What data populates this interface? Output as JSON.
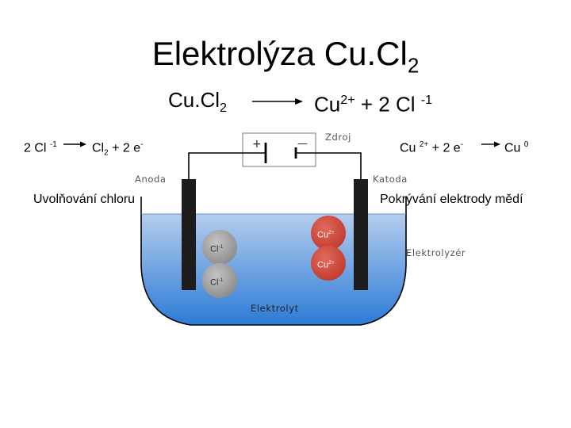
{
  "title": {
    "main": "Elektrolýza Cu.Cl",
    "sub": "2"
  },
  "equation": {
    "left_main": "Cu.Cl",
    "left_sub": "2",
    "right_base1": "Cu",
    "right_sup": "2+",
    "right_mid": " + 2 Cl ",
    "right_sup2": "-1"
  },
  "anode_reaction": {
    "lhs_base": "2 Cl ",
    "lhs_sup": "-1",
    "rhs_base": "Cl",
    "rhs_sub": "2",
    "rhs_tail": " + 2 e",
    "rhs_sup": "-"
  },
  "cathode_reaction": {
    "lhs_base": "Cu ",
    "lhs_sup": "2+",
    "lhs_tail": " + 2 e",
    "lhs_sup2": "-",
    "rhs_base": "Cu ",
    "rhs_sup": "0"
  },
  "labels": {
    "anoda": "Anoda",
    "katoda": "Katoda",
    "zdroj": "Zdroj",
    "plus": "+",
    "minus": "—",
    "elektrolyzer": "Elektrolyzér",
    "elektrolyt": "Elektrolyt",
    "anode_process": "Uvolňování chloru",
    "cathode_process": "Pokrývání elektrody mědí"
  },
  "ions": {
    "cl_base": "Cl",
    "cl_sup": "-1",
    "cu_base": "Cu",
    "cu_sup": "2+"
  },
  "colors": {
    "electrolyte_top": "#b4cdee",
    "electrolyte_bottom": "#2c7bd6",
    "electrode": "#1c1c1c",
    "cu_ion": "#c0392b",
    "cl_ion": "#8a8a8a"
  }
}
